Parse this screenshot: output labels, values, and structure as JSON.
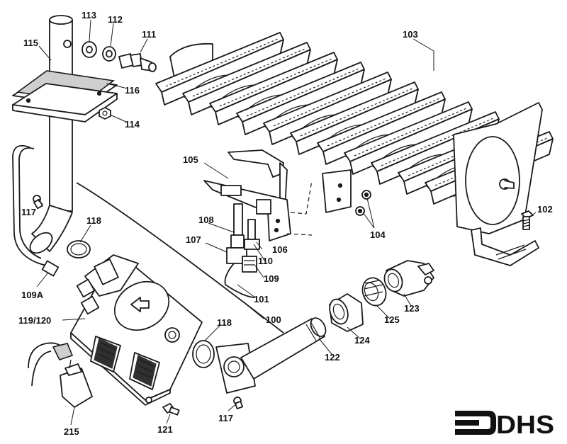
{
  "labels": {
    "p100": "100",
    "p101": "101",
    "p102": "102",
    "p103": "103",
    "p104": "104",
    "p105": "105",
    "p106": "106",
    "p107": "107",
    "p108": "108",
    "p109": "109",
    "p109a": "109A",
    "p110": "110",
    "p111": "111",
    "p112": "112",
    "p113": "113",
    "p114": "114",
    "p115": "115",
    "p116": "116",
    "p117a": "117",
    "p117b": "117",
    "p118a": "118",
    "p118b": "118",
    "p119_120": "119/120",
    "p121": "121",
    "p122": "122",
    "p123": "123",
    "p124": "124",
    "p125": "125",
    "p215": "215"
  },
  "logo": {
    "text": "DHS"
  }
}
